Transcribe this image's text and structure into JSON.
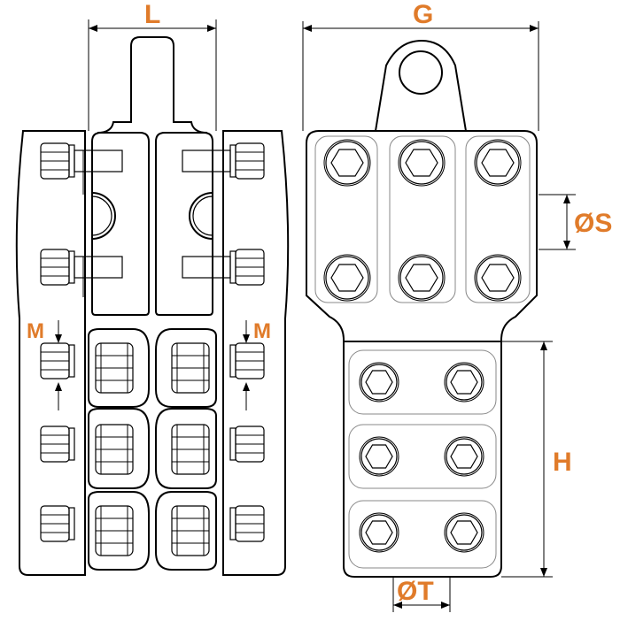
{
  "labels": {
    "L": "L",
    "G": "G",
    "S": "ØS",
    "M_left": "M",
    "M_right": "M",
    "H": "H",
    "T": "ØT"
  },
  "colors": {
    "label": "#e07b2a",
    "outline": "#000000"
  }
}
